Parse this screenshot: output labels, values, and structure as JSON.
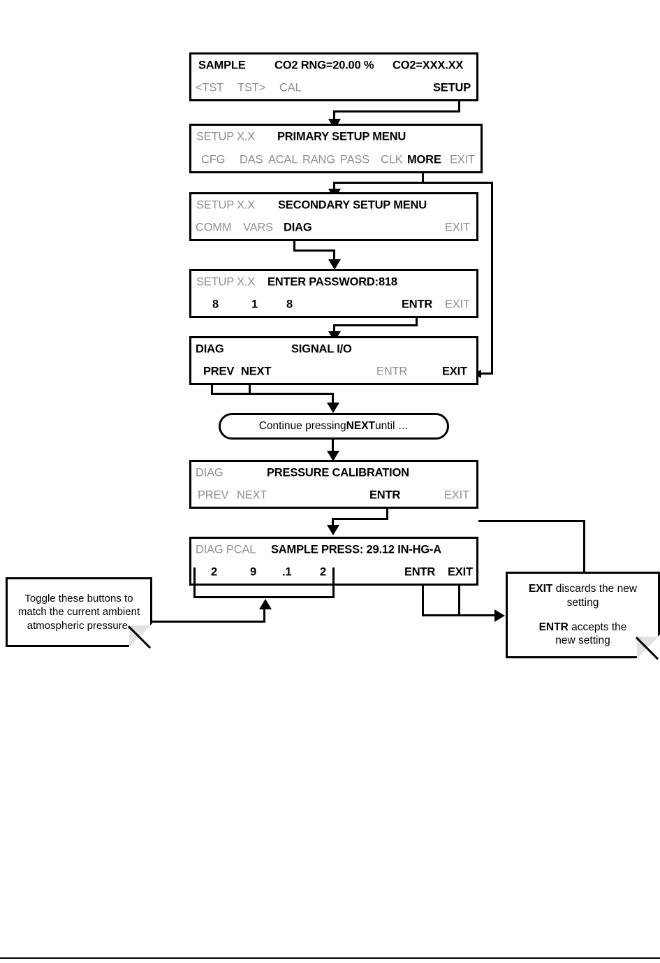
{
  "diagram": {
    "type": "menu-navigation-flowchart",
    "title_context": "Pressure calibration menu navigation",
    "panels": [
      {
        "id": "sample",
        "top_row": [
          {
            "text": "SAMPLE",
            "style": "bold"
          },
          {
            "text": "CO2 RNG=20.00 %",
            "style": "bold"
          },
          {
            "text": "CO2=XXX.XX",
            "style": "bold"
          }
        ],
        "bottom_row": [
          {
            "text": "<TST",
            "style": "dim"
          },
          {
            "text": "TST>",
            "style": "dim"
          },
          {
            "text": "CAL",
            "style": "dim"
          },
          {
            "text": "SETUP",
            "style": "bold"
          }
        ]
      },
      {
        "id": "primary-setup",
        "top_row": [
          {
            "text": "SETUP X.X",
            "style": "dim"
          },
          {
            "text": "PRIMARY SETUP MENU",
            "style": "bold"
          }
        ],
        "bottom_row": [
          {
            "text": "CFG",
            "style": "dim"
          },
          {
            "text": "DAS",
            "style": "dim"
          },
          {
            "text": "ACAL",
            "style": "dim"
          },
          {
            "text": "RANG",
            "style": "dim"
          },
          {
            "text": "PASS",
            "style": "dim"
          },
          {
            "text": "CLK",
            "style": "dim"
          },
          {
            "text": "MORE",
            "style": "bold"
          },
          {
            "text": "EXIT",
            "style": "dim"
          }
        ]
      },
      {
        "id": "secondary-setup",
        "top_row": [
          {
            "text": "SETUP X.X",
            "style": "dim"
          },
          {
            "text": "SECONDARY SETUP MENU",
            "style": "bold"
          }
        ],
        "bottom_row": [
          {
            "text": "COMM",
            "style": "dim"
          },
          {
            "text": "VARS",
            "style": "dim"
          },
          {
            "text": "DIAG",
            "style": "bold"
          },
          {
            "text": "EXIT",
            "style": "dim"
          }
        ]
      },
      {
        "id": "enter-password",
        "top_row": [
          {
            "text": "SETUP X.X",
            "style": "dim"
          },
          {
            "text": "ENTER PASSWORD:818",
            "style": "bold"
          }
        ],
        "bottom_row": [
          {
            "text": "8",
            "style": "bold"
          },
          {
            "text": "1",
            "style": "bold"
          },
          {
            "text": "8",
            "style": "bold"
          },
          {
            "text": "ENTR",
            "style": "bold"
          },
          {
            "text": "EXIT",
            "style": "dim"
          }
        ]
      },
      {
        "id": "signal-io",
        "top_row": [
          {
            "text": "DIAG",
            "style": "bold"
          },
          {
            "text": "SIGNAL I/O",
            "style": "bold"
          }
        ],
        "bottom_row": [
          {
            "text": "PREV",
            "style": "bold"
          },
          {
            "text": "NEXT",
            "style": "bold"
          },
          {
            "text": "ENTR",
            "style": "dim"
          },
          {
            "text": "EXIT",
            "style": "bold"
          }
        ]
      },
      {
        "id": "pressure-calibration",
        "top_row": [
          {
            "text": "DIAG",
            "style": "dim"
          },
          {
            "text": "PRESSURE CALIBRATION",
            "style": "bold"
          }
        ],
        "bottom_row": [
          {
            "text": "PREV",
            "style": "dim"
          },
          {
            "text": "NEXT",
            "style": "dim"
          },
          {
            "text": "ENTR",
            "style": "bold"
          },
          {
            "text": "EXIT",
            "style": "dim"
          }
        ]
      },
      {
        "id": "sample-press",
        "top_row": [
          {
            "text": "DIAG PCAL",
            "style": "dim"
          },
          {
            "text": "SAMPLE PRESS: 29.12 IN-HG-A",
            "style": "bold"
          }
        ],
        "bottom_row": [
          {
            "text": "2",
            "style": "bold"
          },
          {
            "text": "9",
            "style": "bold"
          },
          {
            "text": ".1",
            "style": "bold"
          },
          {
            "text": "2",
            "style": "bold"
          },
          {
            "text": "ENTR",
            "style": "bold"
          },
          {
            "text": "EXIT",
            "style": "bold"
          }
        ]
      }
    ],
    "bubble": {
      "prefix": "Continue pressing ",
      "key": "NEXT",
      "suffix": " until …"
    },
    "note_left": {
      "line1": "Toggle these buttons to",
      "line2": "match the current ambient",
      "line3": "atmospheric pressure."
    },
    "note_right": {
      "line1_bold": "EXIT",
      "line1_rest": " discards the new",
      "line2": "setting",
      "line3_bold": "ENTR",
      "line3_rest": " accepts the",
      "line4": "new setting"
    }
  }
}
